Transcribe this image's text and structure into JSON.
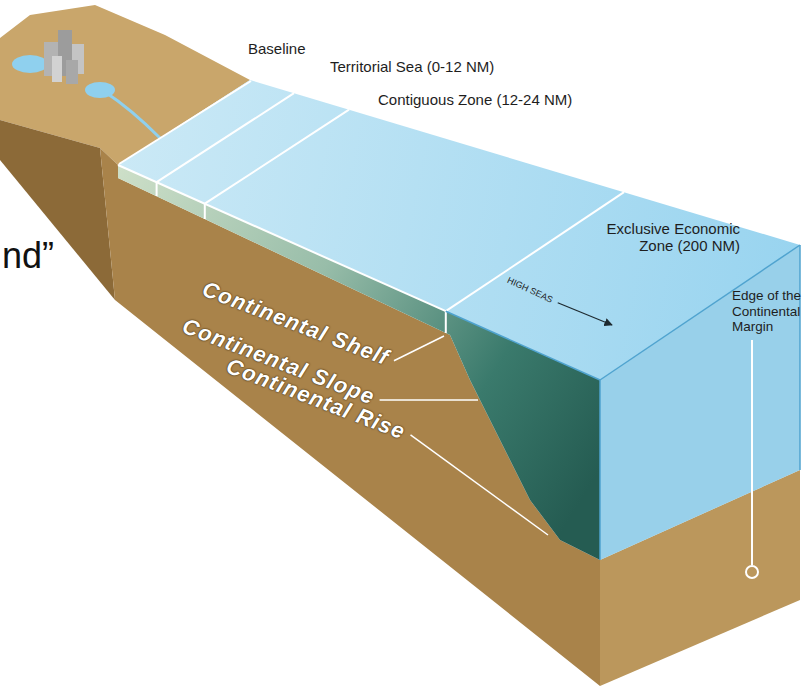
{
  "diagram": {
    "labels": [
      "Baseline",
      "Territorial Sea (0-12 NM)",
      "Contiguous Zone (12-24 NM)",
      "Exclusive Economic Zone (200 NM)",
      "Edge of the Continental Margin",
      "nd”",
      "HIGH SEAS",
      "Continental Shelf",
      "Continental Slope",
      "Continental Rise"
    ]
  }
}
